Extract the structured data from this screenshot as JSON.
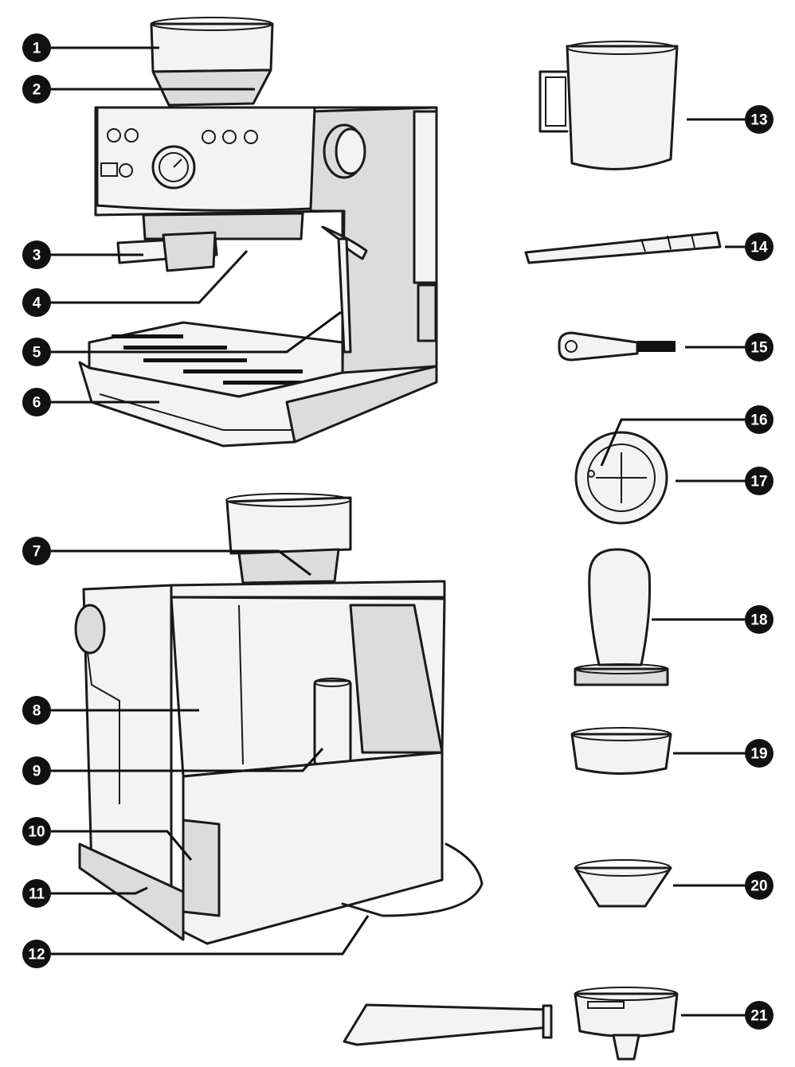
{
  "callouts": [
    {
      "id": 1,
      "label": "1"
    },
    {
      "id": 2,
      "label": "2"
    },
    {
      "id": 3,
      "label": "3"
    },
    {
      "id": 4,
      "label": "4"
    },
    {
      "id": 5,
      "label": "5"
    },
    {
      "id": 6,
      "label": "6"
    },
    {
      "id": 7,
      "label": "7"
    },
    {
      "id": 8,
      "label": "8"
    },
    {
      "id": 9,
      "label": "9"
    },
    {
      "id": 10,
      "label": "10"
    },
    {
      "id": 11,
      "label": "11"
    },
    {
      "id": 12,
      "label": "12"
    },
    {
      "id": 13,
      "label": "13"
    },
    {
      "id": 14,
      "label": "14"
    },
    {
      "id": 15,
      "label": "15"
    },
    {
      "id": 16,
      "label": "16"
    },
    {
      "id": 17,
      "label": "17"
    },
    {
      "id": 18,
      "label": "18"
    },
    {
      "id": 19,
      "label": "19"
    },
    {
      "id": 20,
      "label": "20"
    },
    {
      "id": 21,
      "label": "21"
    }
  ],
  "colors": {
    "ink": "#111111",
    "body": "#f3f3f3",
    "shade": "#dcdcdc"
  },
  "icons": [
    "espresso-machine-front",
    "espresso-machine-rear",
    "milk-jug",
    "cleaning-strip",
    "cleaning-brush",
    "cleaning-disc",
    "tamper",
    "filter-basket",
    "dosing-funnel",
    "portafilter"
  ]
}
